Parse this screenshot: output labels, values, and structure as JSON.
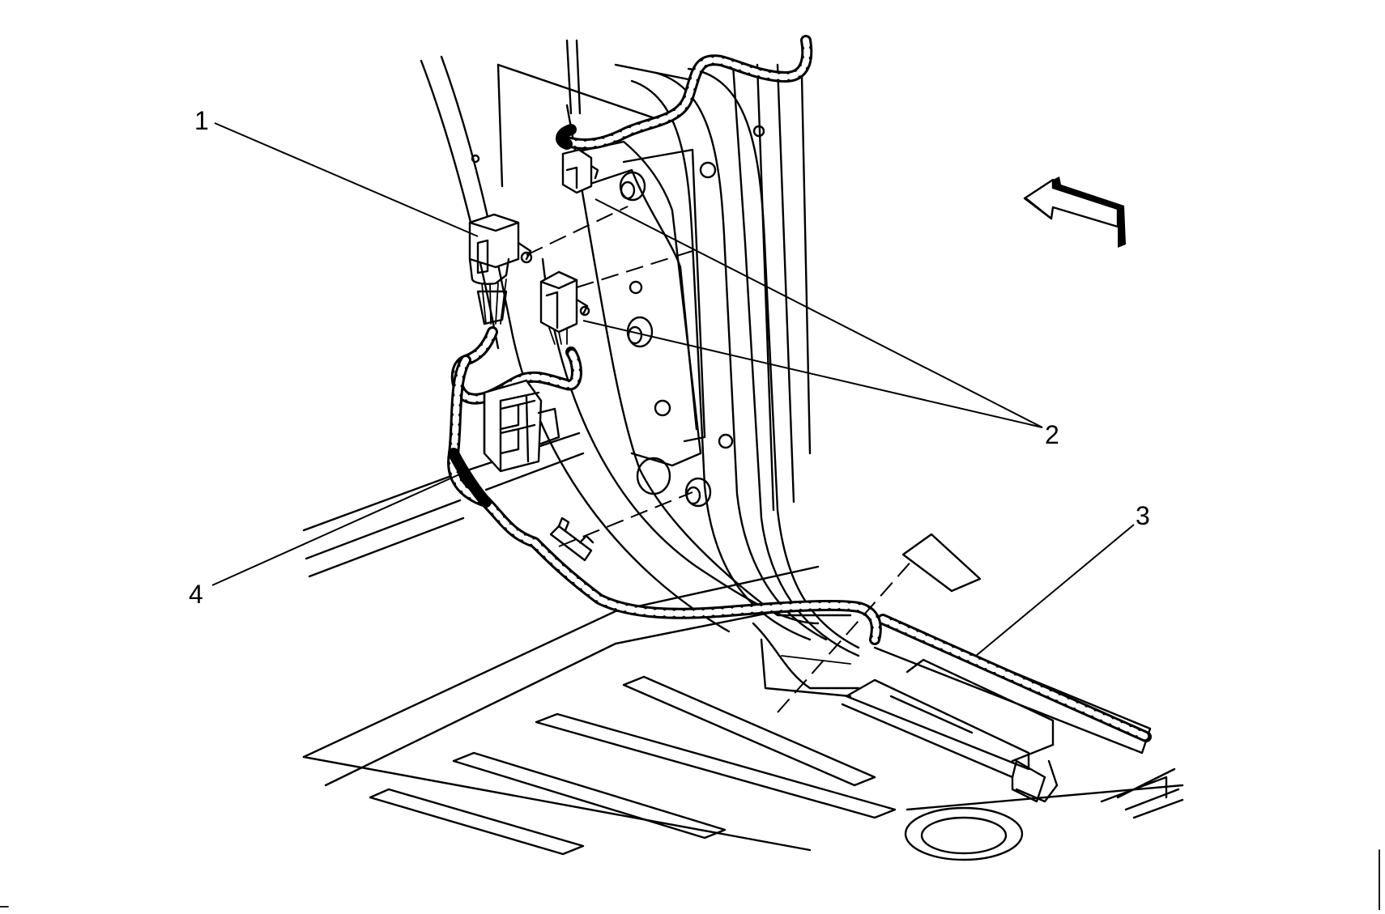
{
  "callouts": [
    {
      "id": "1",
      "text": "1"
    },
    {
      "id": "2",
      "text": "2"
    },
    {
      "id": "3",
      "text": "3"
    },
    {
      "id": "4",
      "text": "4"
    }
  ],
  "icons": {
    "direction_arrow": "front-direction-arrow-icon"
  },
  "colors": {
    "line": "#000000",
    "background": "#ffffff"
  }
}
